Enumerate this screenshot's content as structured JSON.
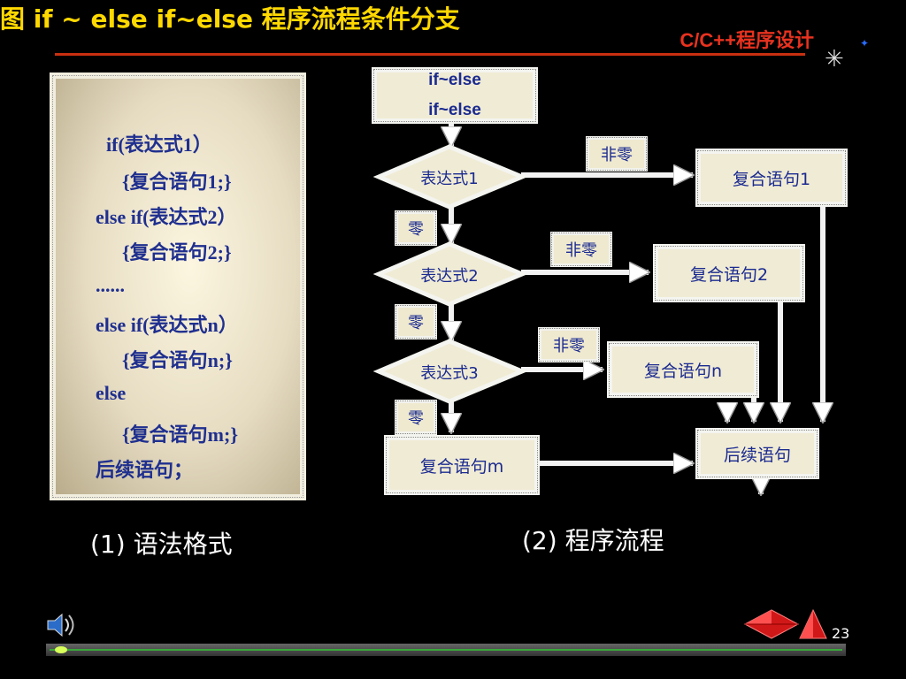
{
  "header": {
    "title": "C/C++程序设计"
  },
  "syntax_panel": {
    "lines": [
      "if(表达式1）",
      "{复合语句1;}",
      "else if(表达式2）",
      "{复合语句2;}",
      "......",
      "else if(表达式n）",
      "{复合语句n;}",
      "else",
      "{复合语句m;}",
      "后续语句；"
    ]
  },
  "flow": {
    "top_box": [
      "if~else",
      "if~else"
    ],
    "conditions": [
      "表达式1",
      "表达式2",
      "表达式3"
    ],
    "nonzero_label": "非零",
    "zero_label": "零",
    "statements": [
      "复合语句1",
      "复合语句2",
      "复合语句n"
    ],
    "else_statement": "复合语句m",
    "followup": "后续语句"
  },
  "captions": {
    "syntax": "(1)  语法格式",
    "flow": "(2) 程序流程"
  },
  "figure_title": "图    if ~ else if~else 程序流程条件分支",
  "page_number": "23",
  "colors": {
    "accent": "#e8321f",
    "title": "#ffd800",
    "text_blue": "#1a2a90",
    "box": "#f0ebd4"
  },
  "icons": [
    "star-icon",
    "speaker-icon",
    "prev-arrow-icon",
    "next-arrow-icon"
  ]
}
